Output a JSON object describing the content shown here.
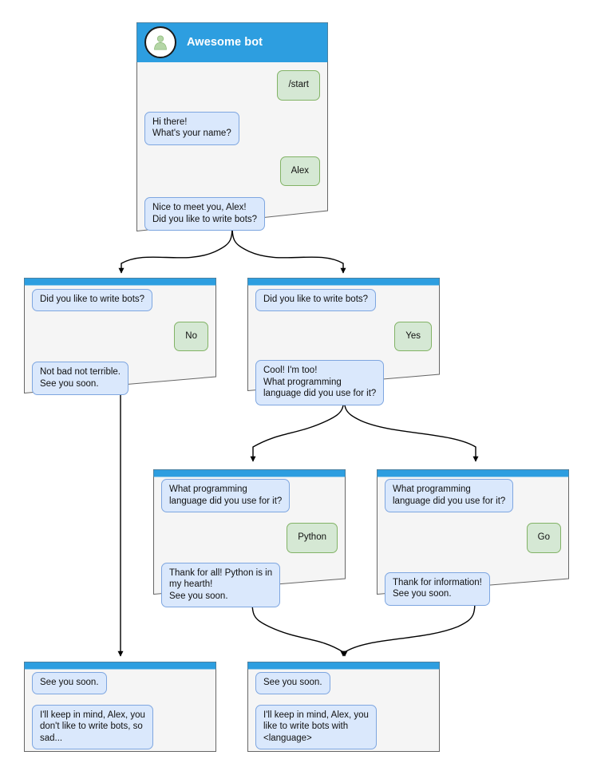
{
  "theme": {
    "header_blue": "#2d9ee0",
    "card_bg": "#f5f5f5",
    "card_border": "#666666",
    "bot_bubble_bg": "#dae8fc",
    "bot_bubble_border": "#7ea6e0",
    "user_bubble_bg": "#d5e8d4",
    "user_bubble_border": "#82b366",
    "avatar_fill": "#b5d6a7",
    "edge_color": "#000000",
    "page_bg": "#ffffff"
  },
  "root": {
    "title": "Awesome bot",
    "avatar_icon": "person-avatar-icon",
    "messages": [
      {
        "side": "user",
        "text": "/start"
      },
      {
        "side": "bot",
        "text": "Hi there!\nWhat's your name?"
      },
      {
        "side": "user",
        "text": "Alex"
      },
      {
        "side": "bot",
        "text": "Nice to meet you, Alex!\nDid you like to write bots?"
      }
    ]
  },
  "cards": [
    {
      "id": "card-no",
      "messages": [
        {
          "side": "bot",
          "text": "Did you like to write bots?"
        },
        {
          "side": "user",
          "text": "No"
        },
        {
          "side": "bot",
          "text": "Not bad not terrible.\nSee you soon."
        }
      ]
    },
    {
      "id": "card-yes",
      "messages": [
        {
          "side": "bot",
          "text": "Did you like to write bots?"
        },
        {
          "side": "user",
          "text": "Yes"
        },
        {
          "side": "bot",
          "text": "Cool! I'm too!\nWhat programming\nlanguage did you use for it?"
        }
      ]
    },
    {
      "id": "card-python",
      "messages": [
        {
          "side": "bot",
          "text": "What programming\nlanguage did you use for it?"
        },
        {
          "side": "user",
          "text": "Python"
        },
        {
          "side": "bot",
          "text": "Thank for all! Python is in\nmy hearth!\nSee you soon."
        }
      ]
    },
    {
      "id": "card-go",
      "messages": [
        {
          "side": "bot",
          "text": "What programming\nlanguage did you use for it?"
        },
        {
          "side": "user",
          "text": "Go"
        },
        {
          "side": "bot",
          "text": "Thank for information!\nSee you soon."
        }
      ]
    },
    {
      "id": "card-end-sad",
      "messages": [
        {
          "side": "bot",
          "text": "See you soon."
        },
        {
          "side": "bot",
          "text": "I'll keep in mind, Alex, you\ndon't like to write bots, so\nsad..."
        }
      ]
    },
    {
      "id": "card-end-happy",
      "messages": [
        {
          "side": "bot",
          "text": "See you soon."
        },
        {
          "side": "bot",
          "text": "I'll keep in mind, Alex, you\nlike to write bots with\n<language>"
        }
      ]
    }
  ]
}
